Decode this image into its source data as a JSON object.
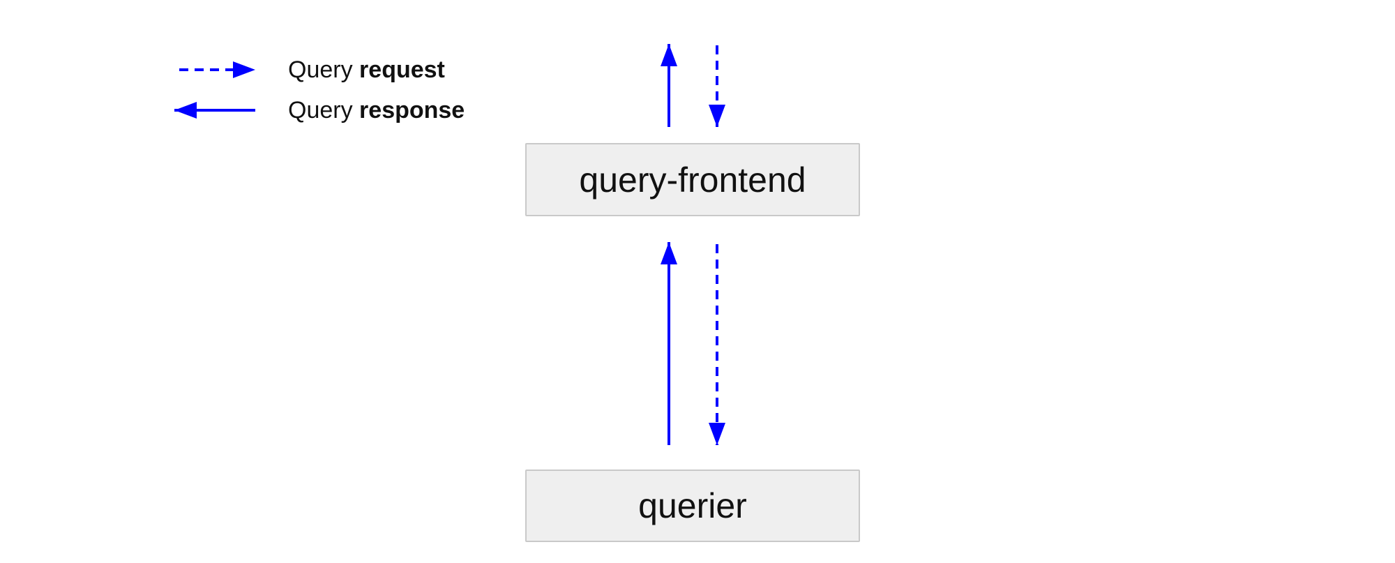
{
  "colors": {
    "arrow": "#0000ff",
    "node_fill": "#efefef",
    "node_border": "#c9c9c9",
    "text": "#111111",
    "background": "#ffffff"
  },
  "legend": {
    "items": [
      {
        "id": "query-request",
        "arrow_style": "dashed",
        "arrow_direction": "right",
        "text_normal": "Query ",
        "text_bold": "request"
      },
      {
        "id": "query-response",
        "arrow_style": "solid",
        "arrow_direction": "left",
        "text_normal": "Query ",
        "text_bold": "response"
      }
    ]
  },
  "nodes": [
    {
      "id": "query-frontend",
      "label": "query-frontend"
    },
    {
      "id": "querier",
      "label": "querier"
    }
  ],
  "edges": [
    {
      "from": "query-frontend",
      "to": "offscreen-top",
      "style": "solid",
      "type": "response"
    },
    {
      "from": "offscreen-top",
      "to": "query-frontend",
      "style": "dashed",
      "type": "request"
    },
    {
      "from": "querier",
      "to": "query-frontend",
      "style": "solid",
      "type": "response"
    },
    {
      "from": "query-frontend",
      "to": "querier",
      "style": "dashed",
      "type": "request"
    }
  ]
}
